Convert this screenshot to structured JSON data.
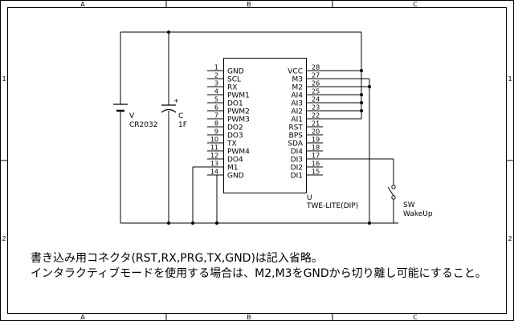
{
  "border": {
    "columns": [
      "A",
      "B",
      "C"
    ],
    "rows": [
      "1",
      "2"
    ]
  },
  "battery": {
    "ref": "V",
    "value": "CR2032"
  },
  "capacitor": {
    "ref": "C",
    "value": "1F",
    "polarity": "+"
  },
  "ic": {
    "ref": "U",
    "part": "TWE-LITE(DIP)",
    "left_pins": [
      {
        "num": "1",
        "name": "GND"
      },
      {
        "num": "2",
        "name": "SCL"
      },
      {
        "num": "3",
        "name": "RX"
      },
      {
        "num": "4",
        "name": "PWM1"
      },
      {
        "num": "5",
        "name": "DO1"
      },
      {
        "num": "6",
        "name": "PWM2"
      },
      {
        "num": "7",
        "name": "PWM3"
      },
      {
        "num": "8",
        "name": "DO2"
      },
      {
        "num": "9",
        "name": "DO3"
      },
      {
        "num": "10",
        "name": "TX"
      },
      {
        "num": "11",
        "name": "PWM4"
      },
      {
        "num": "12",
        "name": "DO4"
      },
      {
        "num": "13",
        "name": "M1"
      },
      {
        "num": "14",
        "name": "GND"
      }
    ],
    "right_pins": [
      {
        "num": "28",
        "name": "VCC"
      },
      {
        "num": "27",
        "name": "M3"
      },
      {
        "num": "26",
        "name": "M2"
      },
      {
        "num": "25",
        "name": "AI4"
      },
      {
        "num": "24",
        "name": "AI3"
      },
      {
        "num": "23",
        "name": "AI2"
      },
      {
        "num": "22",
        "name": "AI1"
      },
      {
        "num": "21",
        "name": "RST"
      },
      {
        "num": "20",
        "name": "BPS"
      },
      {
        "num": "19",
        "name": "SDA"
      },
      {
        "num": "18",
        "name": "DI4"
      },
      {
        "num": "17",
        "name": "DI3"
      },
      {
        "num": "16",
        "name": "DI2"
      },
      {
        "num": "15",
        "name": "DI1"
      }
    ]
  },
  "switch": {
    "ref": "SW",
    "value": "WakeUp"
  },
  "notes": [
    "書き込み用コネクタ(RST,RX,PRG,TX,GND)は記入省略。",
    "インタラクティブモードを使用する場合は、M2,M3をGNDから切り離し可能にすること。"
  ]
}
